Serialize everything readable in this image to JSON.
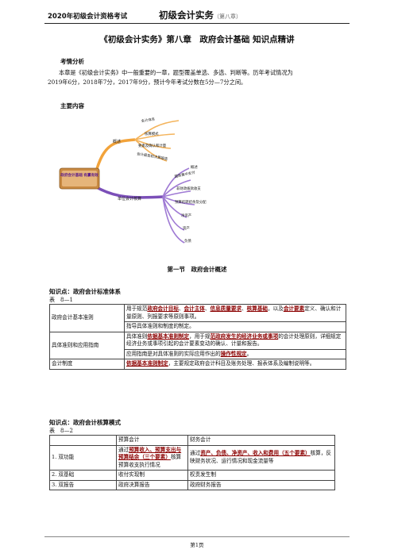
{
  "header": {
    "left": "2020年初级会计资格考试",
    "center": "初级会计实务",
    "center_sub": "（第八章）"
  },
  "title": "《初级会计实务》第八章　政府会计基础 知识点精讲",
  "analysis": {
    "heading": "考情分析",
    "text_line1": "本章是《初级会计实务》中一般重要的一章，题型覆盖单选、多选、判断等。历年考试情况为",
    "text_line2": "2019年6分，2018年7分，2017年9分，预计今年考试分数在5分—7分之间。"
  },
  "main_content": {
    "heading": "主要内容"
  },
  "mindmap": {
    "center": "政府会计基础 有赢有效",
    "branch_top": "概述",
    "top_items": [
      "会计体系",
      "核算模式",
      "要素及确认和计量",
      "会计报告和决算报告"
    ],
    "branch_bottom": "单位会计核算",
    "bottom_items": [
      "概述",
      "国库集中支付",
      "非财政拨款收支",
      "预算结转结余及分配",
      "净资产",
      "资产",
      "负债"
    ]
  },
  "section1": {
    "heading": "第一节　政府会计概述"
  },
  "kp1": {
    "heading": "知识点：政府会计标准体系",
    "table_label": "表　8—1",
    "rows": [
      {
        "name": "政府会计基本准则",
        "p1": "用于规范",
        "e1": "政府会计目标",
        "p2": "、",
        "e2": "会计主体",
        "p3": "、",
        "e3": "信息质量要求",
        "p4": "、",
        "e4": "核算基础",
        "p5": "，以及",
        "e5": "会计要素",
        "p6": "定义、确认和计量原则、列报要求等原则事项。"
      },
      {
        "extra": "指导具体准则和制度的制定。"
      },
      {
        "name": "具体准则和应用指南",
        "p1": "具体准则",
        "e1": "依据基本准则制定",
        "p2": "，用于规",
        "e2": "范政府发生的经济业务或事项",
        "p3": "的会计处理原则，详细规定经济业务或事项引起的会计要素变动的确认、计量和报告。"
      },
      {
        "p1": "应用指南是对具体准则的实际应用作出的",
        "e1": "操作性规定",
        "p2": "。"
      },
      {
        "name": "会计制度",
        "e1": "依据基本准则制定",
        "p1": "，主要规定政府会计科目及账务处理、报表体系及编制说明等。"
      }
    ]
  },
  "kp2": {
    "heading": "知识点：政府会计核算模式",
    "table_label": "表　8—2",
    "col_budget": "预算会计",
    "col_finance": "财务会计",
    "rows": [
      {
        "name": "1. 双功能",
        "budget_p1": "通过",
        "budget_e1": "预算收入、预算支出与预算结余（三个要素）",
        "budget_p2": "核算预算收支执行情况",
        "fin_p1": "通过",
        "fin_e1": "资产、负债、净资产、收入和费用（五个要素）",
        "fin_p2": "核算，反映财务状况、运行情况和现金流量等"
      },
      {
        "name": "2. 双基础",
        "budget": "收付实现制",
        "finance": "权责发生制"
      },
      {
        "name": "3. 双报告",
        "budget": "政府决算报告",
        "finance": "政府财务报告"
      }
    ]
  },
  "footer": {
    "page": "第1页"
  }
}
